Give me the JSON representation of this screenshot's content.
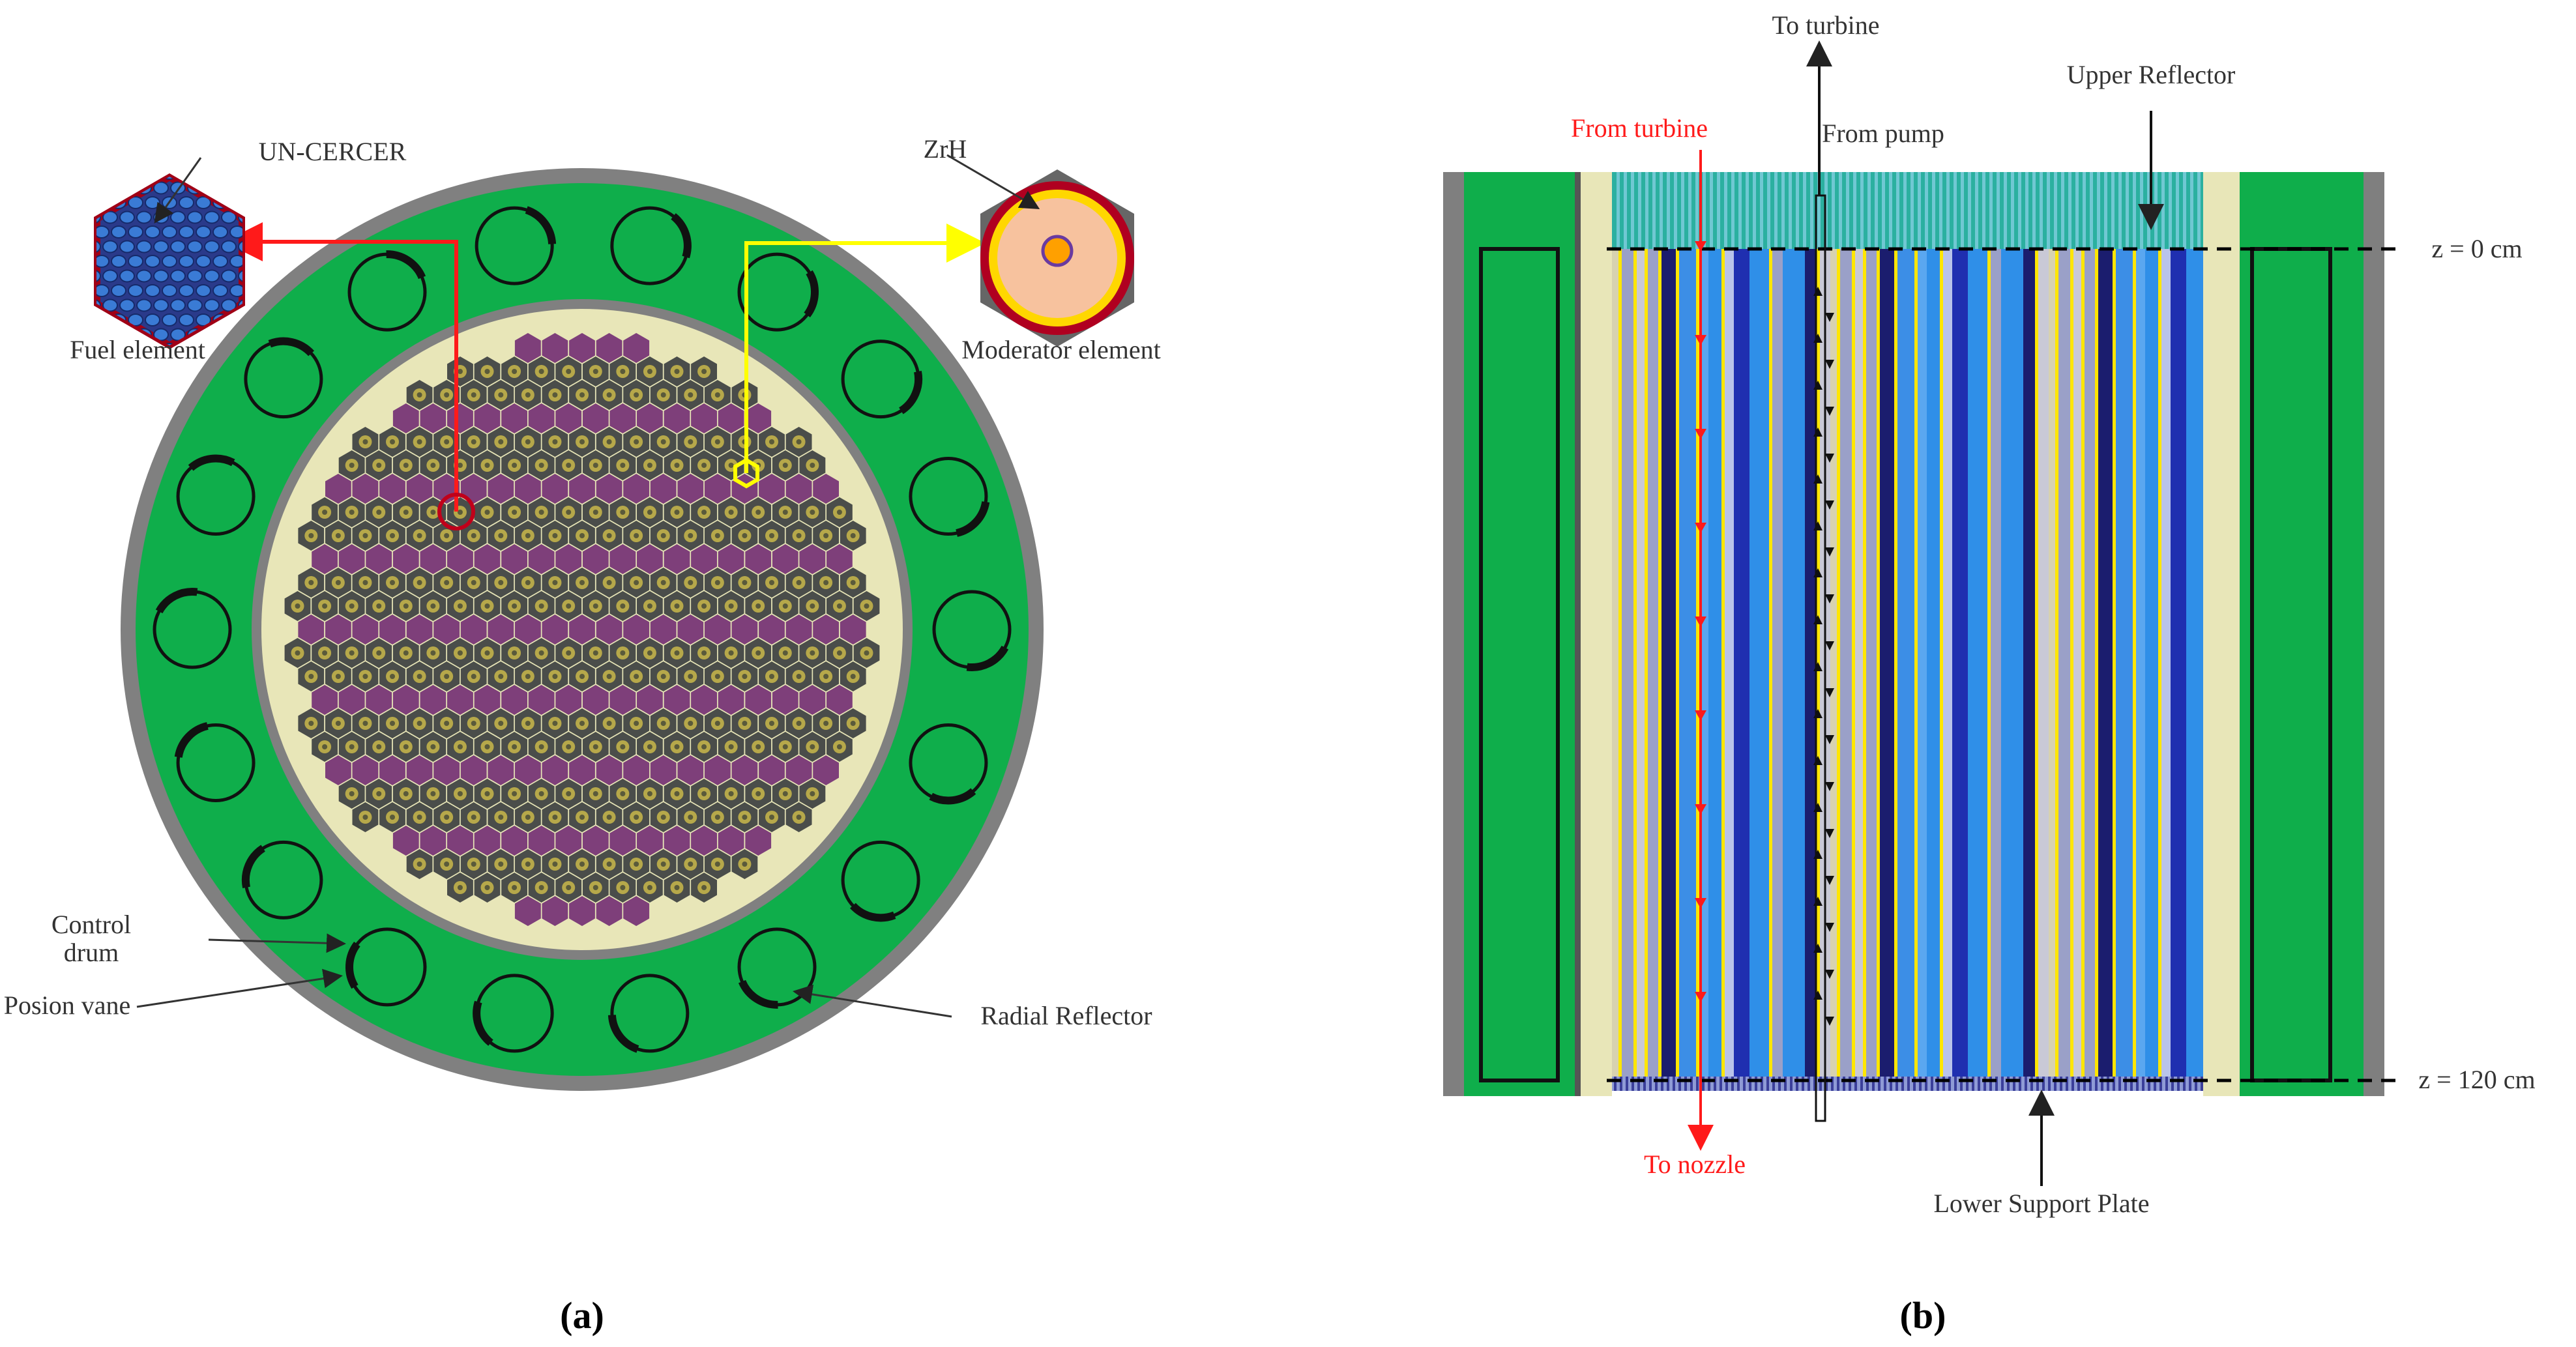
{
  "panel_a": {
    "labels": {
      "fuel_material": "UN-CERCER",
      "fuel_element": "Fuel element",
      "moderator_material": "ZrH",
      "moderator_element": "Moderator element",
      "control_drum_line1": "Control",
      "control_drum_line2": "drum",
      "poison_vane": "Posion vane",
      "radial_reflector": "Radial Reflector"
    },
    "caption": "(a)",
    "drum_count": 18
  },
  "panel_b": {
    "labels": {
      "to_turbine": "To turbine",
      "from_turbine": "From turbine",
      "from_pump": "From pump",
      "upper_reflector": "Upper Reflector",
      "z_top": "z = 0 cm",
      "z_bottom": "z = 120 cm",
      "to_nozzle": "To nozzle",
      "lower_support_plate": "Lower Support Plate"
    },
    "caption": "(b)"
  },
  "colors": {
    "reflector_green": "#0fae4b",
    "vessel_gray": "#808080",
    "liner_cream": "#e8e6b8",
    "fuel_purple": "#7e3f7a",
    "moderator_gray": "#4a4d4a",
    "moderator_ring": "#b6a84a",
    "flow_red": "#ff1a1a",
    "callout_yellow": "#ffff00",
    "channel_blue": "#2f8fe8",
    "channel_navy": "#1b1d6e"
  }
}
